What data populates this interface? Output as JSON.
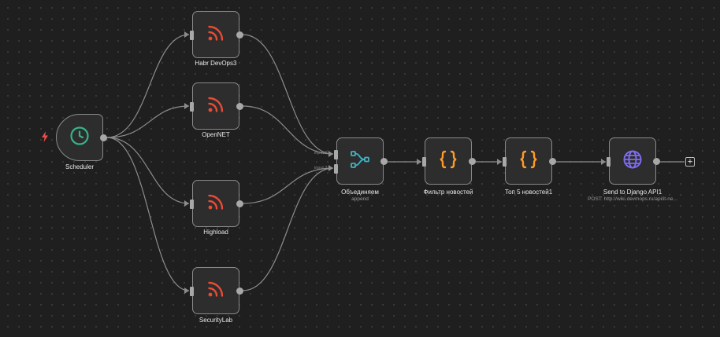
{
  "canvas": {
    "background": "#1f1f1f"
  },
  "colors": {
    "rss": "#ea4b35",
    "clock": "#35b48a",
    "merge": "#3fb3c8",
    "code": "#ff9b2a",
    "http": "#7e6cf0",
    "trigger_bolt": "#ea4b4b"
  },
  "nodes": {
    "scheduler": {
      "label": "Scheduler",
      "icon": "clock-icon"
    },
    "habr": {
      "label": "Habr DevOps3",
      "icon": "rss-icon"
    },
    "opennet": {
      "label": "OpenNET",
      "icon": "rss-icon"
    },
    "highload": {
      "label": "Highload",
      "icon": "rss-icon"
    },
    "securitylab": {
      "label": "SecurityLab",
      "icon": "rss-icon"
    },
    "merge": {
      "label": "Объединяем",
      "sublabel": "append",
      "icon": "merge-icon",
      "input1": "input 1",
      "input2": "input 2"
    },
    "filter": {
      "label": "Фильтр новостей",
      "icon": "code-braces-icon"
    },
    "top5": {
      "label": "Топ 5 новостей1",
      "icon": "code-braces-icon"
    },
    "django": {
      "label": "Send to Django API1",
      "sublabel": "POST: http://wiki.devmops.ru/api/it-ne...",
      "icon": "globe-icon"
    }
  },
  "add_button": {
    "label": "+"
  }
}
